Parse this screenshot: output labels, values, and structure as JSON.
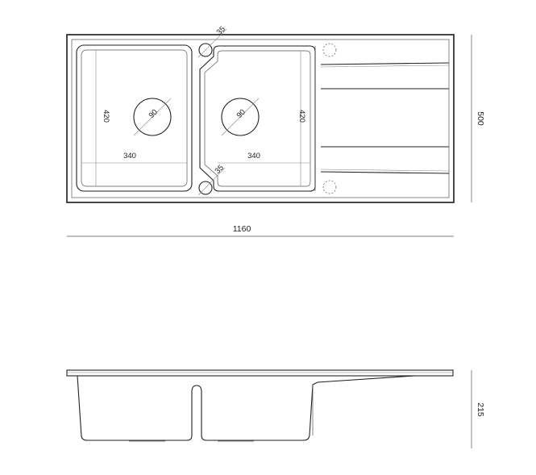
{
  "drawing": {
    "dimensions": {
      "overall_width": "1160",
      "overall_depth": "500",
      "bowl_left_width": "340",
      "bowl_left_depth": "420",
      "bowl_right_width": "340",
      "bowl_right_depth": "420",
      "drain_left": "90",
      "drain_right": "90",
      "tap_hole_top": "35",
      "tap_hole_bottom": "35",
      "height": "215"
    }
  }
}
